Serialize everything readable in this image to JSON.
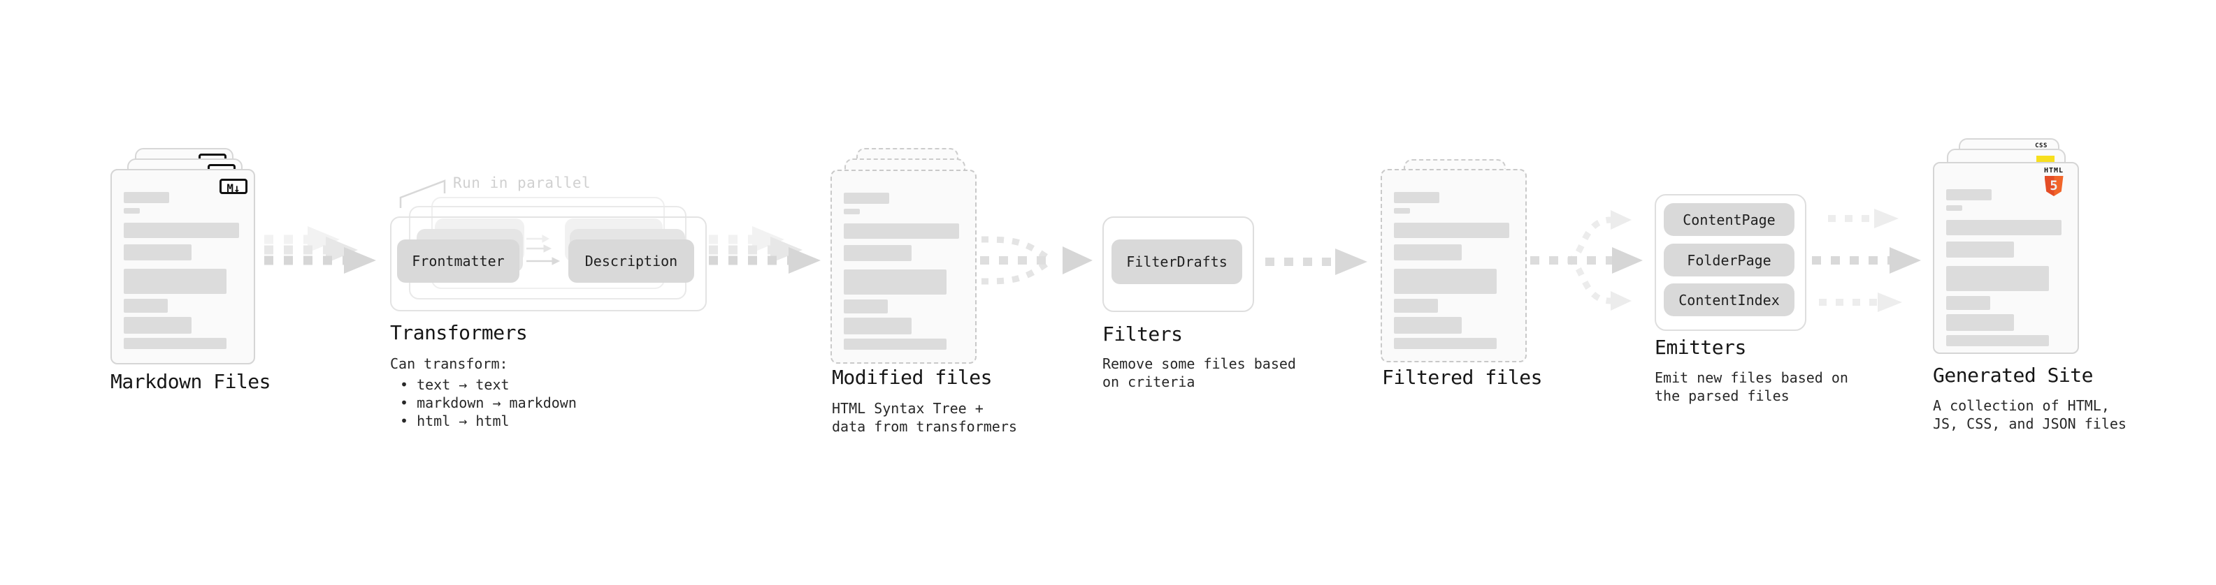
{
  "colors": {
    "doc_fill": "#fafafa",
    "doc_border": "#d5d5d5",
    "dashed_border": "#c9c9c9",
    "bar_fill": "#dcdcdc",
    "button_fill": "#d9d9d9",
    "arrow_main": "#d6d6d6",
    "arrow_ghost": "#e7e7e7",
    "arrow_faint": "#ededed",
    "annotation_gray": "#d0d0d0",
    "html5_orange_dark": "#e44d26",
    "html5_orange_light": "#f16529",
    "css_blue": "#2d6ae8",
    "js_yellow": "#f7df1e"
  },
  "stages": {
    "markdown": {
      "title": "Markdown Files",
      "badge": "M↓"
    },
    "transformers": {
      "title": "Transformers",
      "annotation": "Run in parallel",
      "buttons": [
        "Frontmatter",
        "Description"
      ],
      "desc_heading": "Can transform:",
      "bullets": [
        "• text → text",
        "• markdown → markdown",
        "• html → html"
      ]
    },
    "modified": {
      "title": "Modified files",
      "desc": [
        "HTML Syntax Tree +",
        "data from transformers"
      ]
    },
    "filters": {
      "title": "Filters",
      "button": "FilterDrafts",
      "desc": [
        "Remove some files based",
        "on criteria"
      ]
    },
    "filtered": {
      "title": "Filtered files"
    },
    "emitters": {
      "title": "Emitters",
      "buttons": [
        "ContentPage",
        "FolderPage",
        "ContentIndex"
      ],
      "desc": [
        "Emit new files based on",
        "the parsed files"
      ]
    },
    "generated": {
      "title": "Generated Site",
      "badges": {
        "html_label": "HTML",
        "html_number": "5",
        "css_label": "CSS"
      },
      "desc": [
        "A collection of HTML,",
        "JS, CSS, and JSON files"
      ]
    }
  }
}
